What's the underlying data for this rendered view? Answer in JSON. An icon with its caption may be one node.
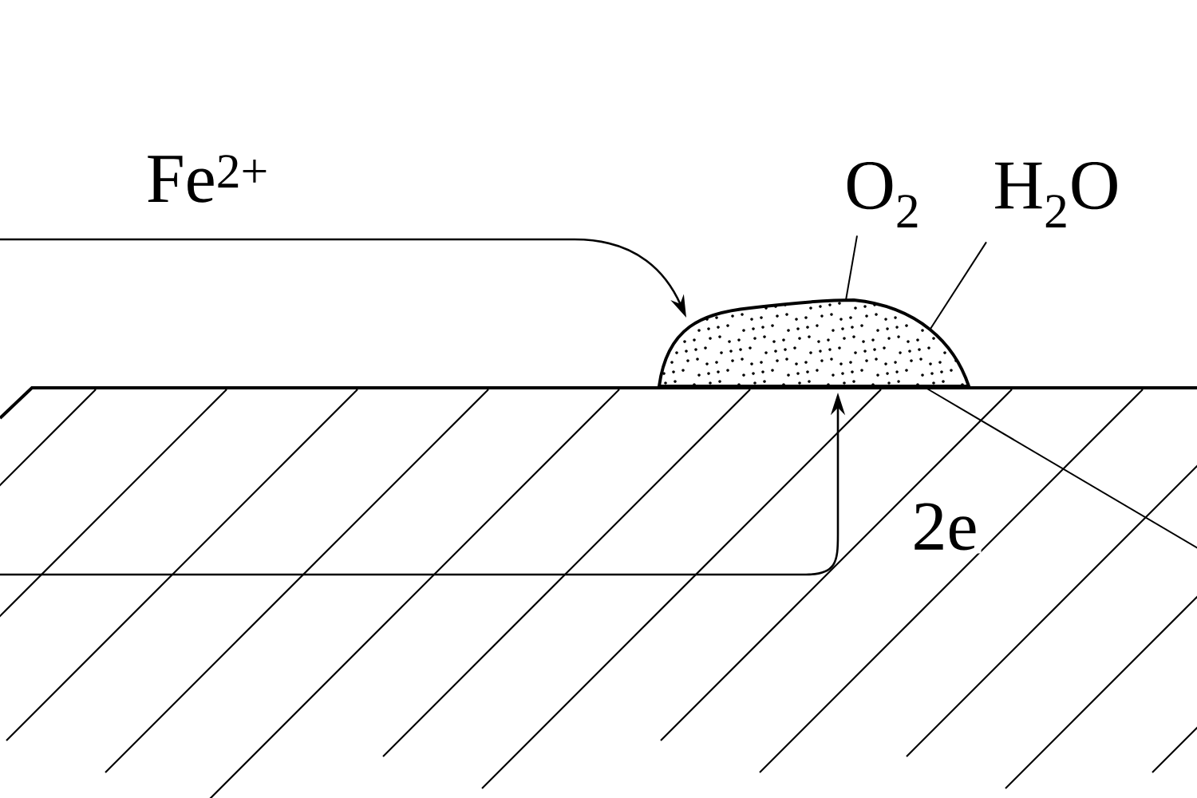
{
  "diagram": {
    "nodes": [
      {
        "text": [
          "O$_{2}$"
        ]
      },
      {
        "text": [
          "H$_{2}$O"
        ]
      },
      {
        "text": [],
        "shape": "drop"
      }
    ],
    "edges": [
      {
        "from": null,
        "to": 2,
        "arrow": "to",
        "label": "Fe$^{2+}$"
      },
      {
        "from": null,
        "to": 2,
        "arrow": "to",
        "label": "2e"
      },
      {
        "from": 0,
        "to": 2,
        "arrow": "none"
      },
      {
        "from": 1,
        "to": 2,
        "arrow": "none"
      },
      {
        "from": 2,
        "to": null,
        "arrow": "none"
      }
    ]
  }
}
